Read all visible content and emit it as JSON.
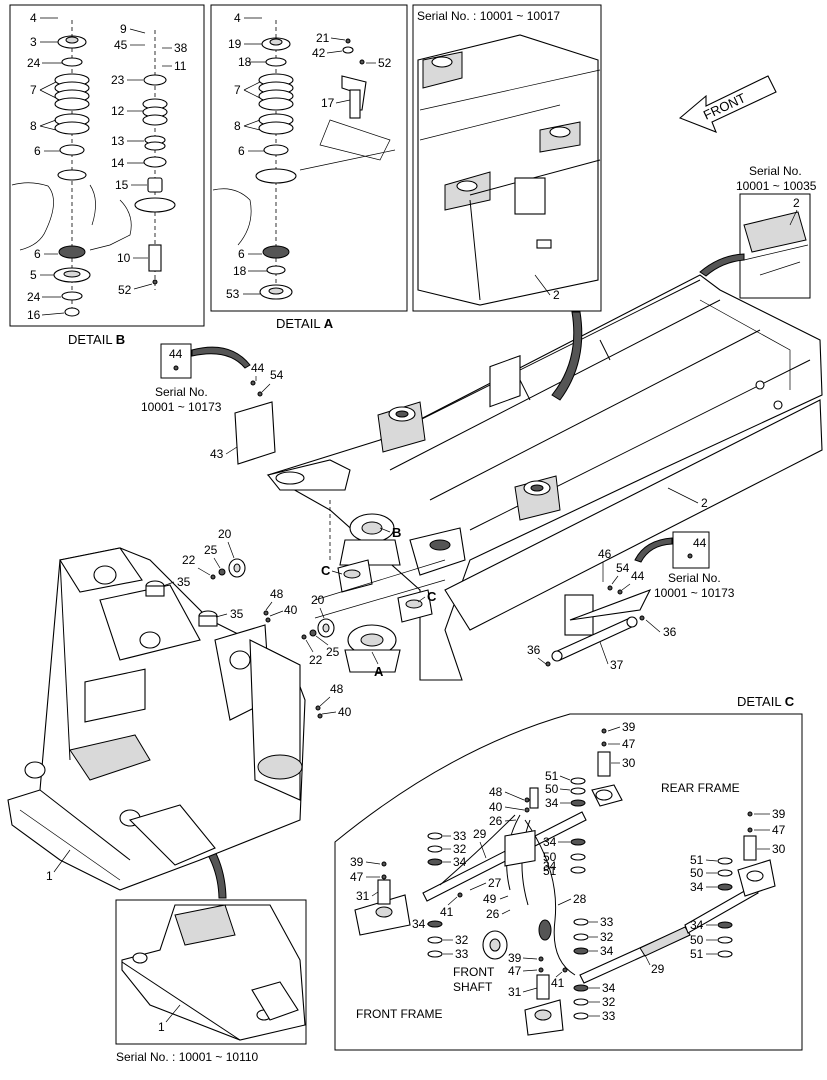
{
  "diagram": {
    "detail_b": {
      "caption_prefix": "DETAIL",
      "caption_letter": "B",
      "labels": [
        "4",
        "3",
        "24",
        "7",
        "8",
        "6",
        "9",
        "45",
        "38",
        "11",
        "23",
        "12",
        "13",
        "14",
        "15",
        "10",
        "52",
        "6",
        "5",
        "24",
        "16"
      ]
    },
    "detail_a": {
      "caption_prefix": "DETAIL",
      "caption_letter": "A",
      "labels": [
        "4",
        "19",
        "18",
        "7",
        "8",
        "6",
        "6",
        "18",
        "53",
        "21",
        "42",
        "52",
        "17"
      ]
    },
    "serial_box_top": {
      "text": "Serial No. : 10001 ~ 10017",
      "label": "2"
    },
    "front_arrow": {
      "text": "FRONT"
    },
    "serial_small_right": {
      "line1": "Serial No.",
      "line2": "10001 ~ 10035",
      "label": "2"
    },
    "serial_44_left": {
      "line1": "Serial No.",
      "line2": "10001 ~ 10173",
      "label": "44"
    },
    "serial_44_right": {
      "line1": "Serial No.",
      "line2": "10001 ~ 10173",
      "label": "44"
    },
    "main_labels": {
      "l44a": "44",
      "l54a": "54",
      "l43": "43",
      "l2": "2",
      "l20a": "20",
      "l22a": "22",
      "l25a": "25",
      "l35a": "35",
      "l35b": "35",
      "l48a": "48",
      "l40a": "40",
      "l20b": "20",
      "l22b": "22",
      "l25b": "25",
      "l48b": "48",
      "l40b": "40",
      "l1a": "1",
      "lB": "B",
      "lCa": "C",
      "lCb": "C",
      "lA": "A",
      "l46": "46",
      "l54b": "54",
      "l44b": "44",
      "l36a": "36",
      "l36b": "36",
      "l37": "37"
    },
    "bottom_left_box": {
      "serial": "Serial No. : 10001 ~ 10110",
      "label": "1"
    },
    "detail_c": {
      "caption_prefix": "DETAIL",
      "caption_letter": "C",
      "rear_frame": "REAR FRAME",
      "front_frame": "FRONT FRAME",
      "front_shaft_1": "FRONT",
      "front_shaft_2": "SHAFT",
      "labels": {
        "c39a": "39",
        "c47a": "47",
        "c30a": "30",
        "c51a": "51",
        "c50a": "50",
        "c34a": "34",
        "c48": "48",
        "c40": "40",
        "c26a": "26",
        "c34b": "34",
        "c33a": "33",
        "c32a": "32",
        "c34c": "34",
        "c29a": "29",
        "c39b": "39",
        "c47b": "47",
        "c31a": "31",
        "c27": "27",
        "c49": "49",
        "c26b": "26",
        "c41a": "41",
        "c34d": "34",
        "c50b": "50",
        "c51b": "51",
        "c28": "28",
        "c34e": "34",
        "c32b": "32",
        "c33b": "33",
        "c39c": "39",
        "c47c": "47",
        "c30b": "30",
        "c51c": "51",
        "c50c": "50",
        "c34f": "34",
        "c33c": "33",
        "c32c": "32",
        "c34g": "34",
        "c34h": "34",
        "c50d": "50",
        "c51d": "51",
        "c29b": "29",
        "c39d": "39",
        "c47d": "47",
        "c41b": "41",
        "c31b": "31",
        "c34i": "34",
        "c32d": "32",
        "c33d": "33"
      }
    }
  }
}
